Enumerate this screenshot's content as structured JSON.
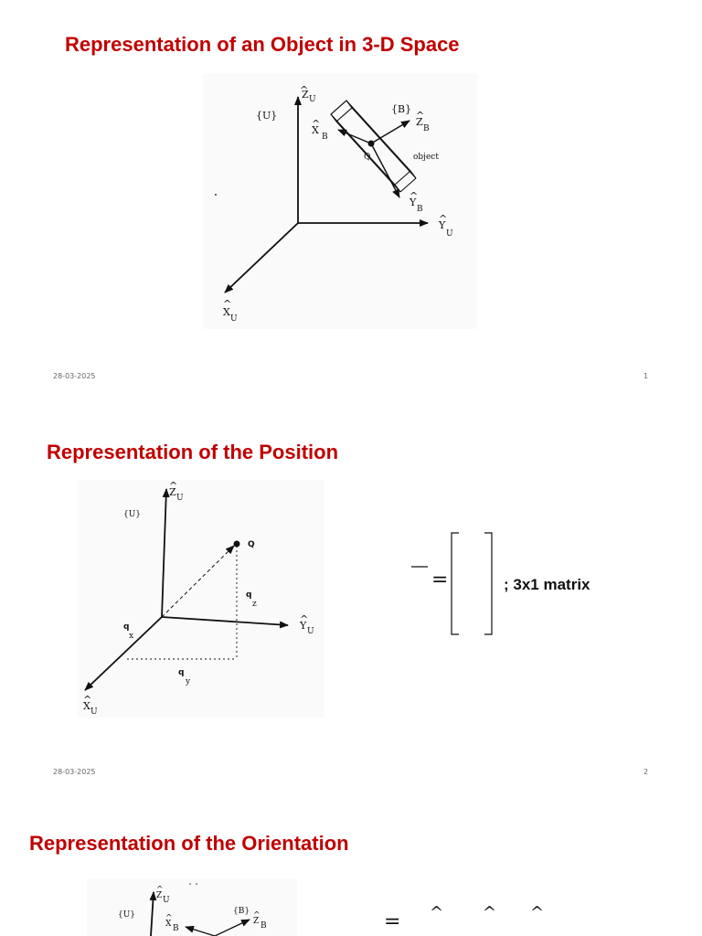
{
  "slides": [
    {
      "title": "Representation of an Object in 3-D Space",
      "date": "28-03-2025",
      "page": "1",
      "figure": {
        "frame_u": "{U}",
        "frame_b": "{B}",
        "z_u": "Z",
        "y_u": "Y",
        "x_u": "X",
        "sub_u": "U",
        "x_b": "X",
        "y_b": "Y",
        "z_b": "Z",
        "sub_b": "B",
        "point": "Q",
        "object_label": "object"
      }
    },
    {
      "title": "Representation of the Position",
      "date": "28-03-2025",
      "page": "2",
      "figure": {
        "frame_u": "{U}",
        "z_u": "Z",
        "y_u": "Y",
        "x_u": "X",
        "sub_u": "U",
        "point": "Q",
        "qx": "q",
        "qy": "q",
        "qz": "q",
        "sub_x": "x",
        "sub_y": "y",
        "sub_z": "z"
      },
      "equation": {
        "equals": "=",
        "matrix_label": "; 3x1 matrix"
      }
    },
    {
      "title": "Representation of the Orientation",
      "figure": {
        "frame_u": "{U}",
        "frame_b": "{B}",
        "z_u": "Z",
        "sub_u": "U",
        "x_b": "X",
        "z_b": "Z",
        "sub_b": "B"
      },
      "equation": {
        "equals": "=",
        "hats": [
          "^",
          "^",
          "^"
        ]
      }
    }
  ]
}
